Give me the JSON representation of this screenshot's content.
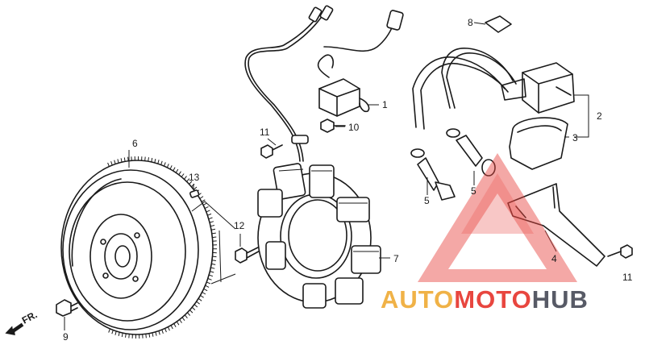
{
  "callouts": {
    "p1": "1",
    "p2": "2",
    "p3": "3",
    "p4": "4",
    "p5a": "5",
    "p5b": "5",
    "p6": "6",
    "p7": "7",
    "p8": "8",
    "p9": "9",
    "p10": "10",
    "p11a": "11",
    "p11b": "11",
    "p12": "12",
    "p13": "13"
  },
  "front_arrow": {
    "label": "FR."
  },
  "watermark": {
    "word_auto": "AUTO",
    "word_moto": "MOTO",
    "word_hub": "HUB",
    "color_auto": "#f0b247",
    "color_moto": "#e8463f",
    "color_hub": "#575a66",
    "triangle_color": "#e8463f"
  }
}
